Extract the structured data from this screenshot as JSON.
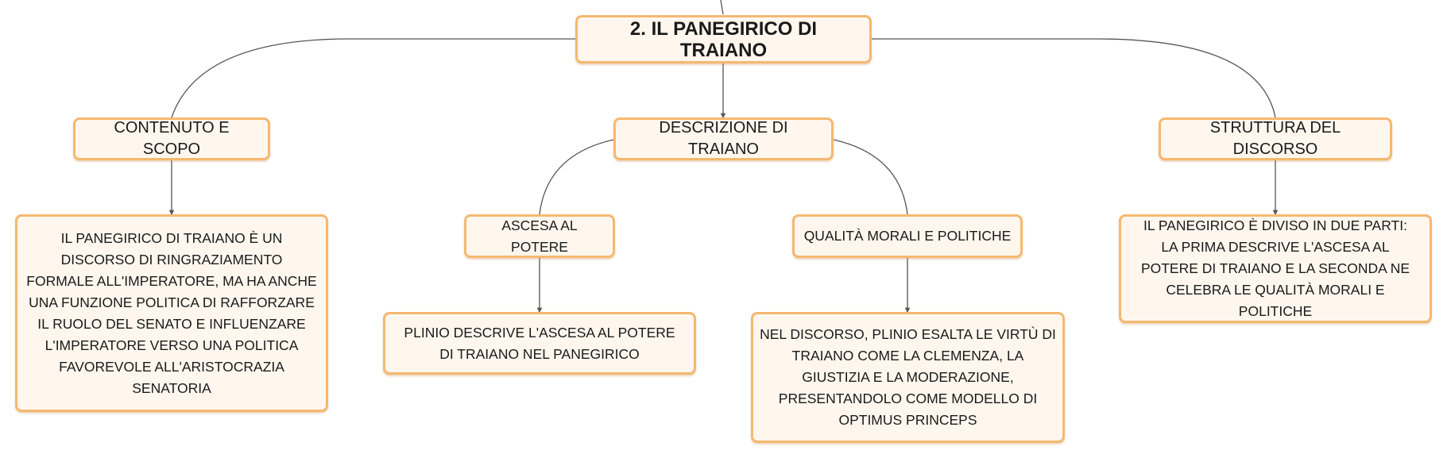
{
  "root": {
    "label": "2. IL PANEGIRICO DI TRAIANO"
  },
  "branches": {
    "contenuto": {
      "label": "CONTENUTO E SCOPO",
      "detail": "IL PANEGIRICO DI TRAIANO È UN DISCORSO DI RINGRAZIAMENTO FORMALE ALL'IMPERATORE, MA HA ANCHE UNA FUNZIONE POLITICA DI RAFFORZARE IL RUOLO DEL SENATO E INFLUENZARE L'IMPERATORE VERSO UNA POLITICA FAVOREVOLE ALL'ARISTOCRAZIA SENATORIA"
    },
    "descrizione": {
      "label": "DESCRIZIONE DI TRAIANO",
      "ascesa": {
        "label": "ASCESA AL POTERE",
        "detail": "PLINIO DESCRIVE L'ASCESA AL POTERE DI TRAIANO NEL PANEGIRICO"
      },
      "qualita": {
        "label": "QUALITÀ MORALI E POLITICHE",
        "detail": "NEL DISCORSO, PLINIO ESALTA LE VIRTÙ DI TRAIANO COME LA CLEMENZA, LA GIUSTIZIA E LA MODERAZIONE, PRESENTANDOLO COME MODELLO DI OPTIMUS PRINCEPS"
      }
    },
    "struttura": {
      "label": "STRUTTURA DEL DISCORSO",
      "detail": "IL PANEGIRICO È DIVISO IN DUE PARTI: LA PRIMA DESCRIVE L'ASCESA AL POTERE DI TRAIANO E LA SECONDA NE CELEBRA LE QUALITÀ MORALI E POLITICHE"
    }
  }
}
